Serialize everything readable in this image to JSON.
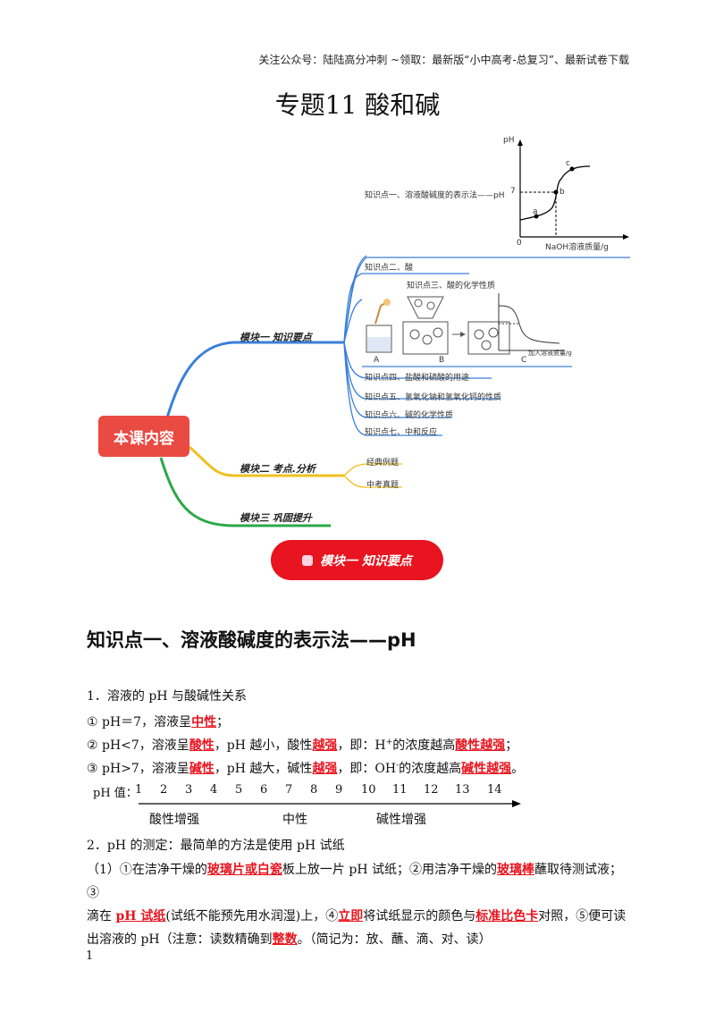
{
  "header": {
    "note": "关注公众号：陆陆高分冲刺    ~领取：最新版“小中高考-总复习”、最新试卷下载"
  },
  "title": "专题11  酸和碱",
  "mindmap": {
    "center": "本课内容",
    "branches": [
      {
        "label": "模块一  知识要点",
        "color": "#3a7fd9"
      },
      {
        "label": "模块二  考点.分析",
        "color": "#f0c020"
      },
      {
        "label": "模块三  巩固提升",
        "color": "#2ea84a"
      }
    ],
    "leaves1": [
      "知识点一、溶液酸碱度的表示法——pH",
      "知识点二、酸",
      "知识点三、酸的化学性质",
      "知识点四、盐酸和硫酸的用途",
      "知识点五、氢氧化钠和氢氧化钙的性质",
      "知识点六、碱的化学性质",
      "知识点七、中和反应"
    ],
    "leaves2": [
      "经典例题",
      "中考真题"
    ],
    "graph": {
      "ylabel": "pH",
      "xlabel": "NaOH溶液质量/g",
      "origin": "0",
      "seven": "7",
      "pa": "a",
      "pb": "b",
      "pc": "c"
    },
    "fig_labels": {
      "A": "A",
      "B": "B",
      "C": "C",
      "c_x": "加入溶液质量/g"
    }
  },
  "module_pill": "模块一  知识要点",
  "section_heading": "知识点一、溶液酸碱度的表示法——pH",
  "s1_title": "1．溶液的 pH 与酸碱性关系",
  "r1": {
    "a": "①  pH＝7，溶液呈",
    "b": "中性",
    "c": "；"
  },
  "r2": {
    "a": "②  pH<7，溶液呈",
    "b": "酸性",
    "c": "，pH 越小，酸性",
    "d": "越强",
    "e": "，即：H",
    "sup": "+",
    "f": "的浓度越高",
    "g": "酸性越强",
    "h": "；"
  },
  "r3": {
    "a": "③  pH>7，溶液呈",
    "b": "碱性",
    "c": "，pH 越大，碱性",
    "d": "越强",
    "e": "，即：OH",
    "sup": "-",
    "f": "的浓度越高",
    "g": "碱性越强",
    "h": "。"
  },
  "ph_scale": {
    "label": "pH 值：",
    "ticks": [
      "1",
      "2",
      "3",
      "4",
      "5",
      "6",
      "7",
      "8",
      "9",
      "10",
      "11",
      "12",
      "13",
      "14"
    ],
    "acid": "酸性增强",
    "neutral": "中性",
    "base": "碱性增强"
  },
  "s2_title": "2．pH 的测定：最简单的方法是使用 pH 试纸",
  "s2": {
    "a": "（1）①在洁净干燥的",
    "b": "玻璃片或白瓷",
    "c": "板上放一片 pH 试纸；②用洁净干燥的",
    "d": "玻璃棒",
    "e": "蘸取待测试液；③",
    "f": "滴在 ",
    "g": "pH 试纸",
    "h": "(试纸不能预先用水润湿)上，④",
    "i": "立即",
    "j": "将试纸显示的颜色与",
    "k": "标准比色卡",
    "l": "对照，⑤便可读",
    "m": "出溶液的 pH（注意：读数精确到",
    "n": "整数",
    "o": "。（简记为：放、蘸、滴、对、读）"
  },
  "page_number": "1"
}
